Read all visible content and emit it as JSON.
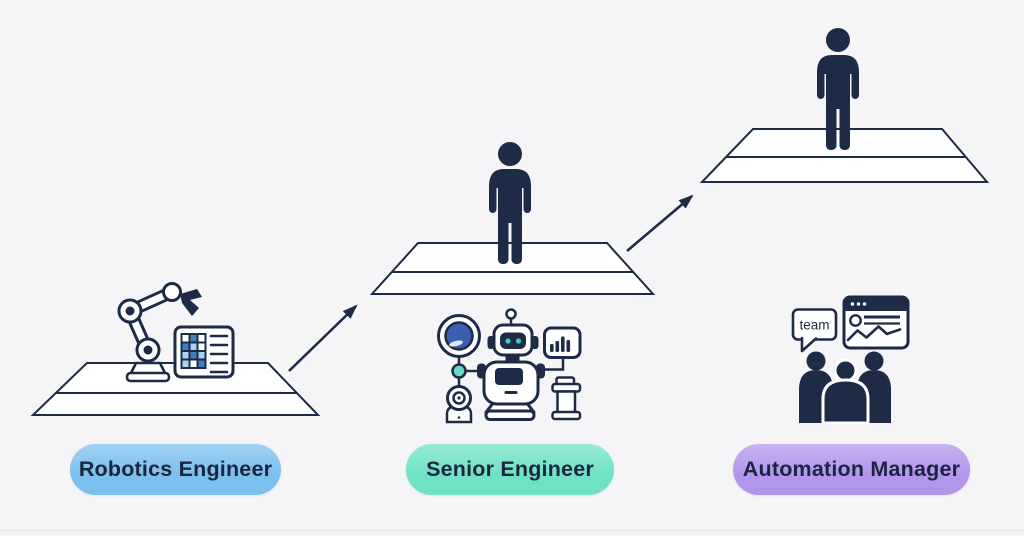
{
  "diagram": {
    "type": "career-progression-ladder",
    "stages": [
      {
        "label": "Robotics Engineer",
        "pill_color": "#7cc0ef",
        "platform": "low",
        "person_on_platform": false,
        "icons": [
          "robotic-arm-icon",
          "spreadsheet-document-icon"
        ]
      },
      {
        "label": "Senior Engineer",
        "pill_color": "#6fe2c5",
        "platform": "middle",
        "person_on_platform": true,
        "icons": [
          "camera-lens-icon",
          "sensor-node-icon",
          "webcam-icon",
          "robot-icon",
          "bar-chart-window-icon",
          "pedestal-icon"
        ]
      },
      {
        "label": "Automation Manager",
        "pill_color": "#b495ec",
        "platform": "high",
        "person_on_platform": true,
        "speech_bubble_text": "team",
        "icons": [
          "team-speech-bubble-icon",
          "analytics-browser-icon",
          "team-group-icon"
        ]
      }
    ],
    "colors": {
      "background": "#f5f4f6",
      "ink": "#1d2b47",
      "platform_fill": "#ffffff",
      "label_text": "#1c2540",
      "lens_blue": "#3a5fae",
      "cell_blue": "#3d7fc1",
      "cell_light_blue": "#a9d2ef",
      "node_teal": "#63dcc3",
      "eye_teal": "#35d0c5"
    }
  }
}
